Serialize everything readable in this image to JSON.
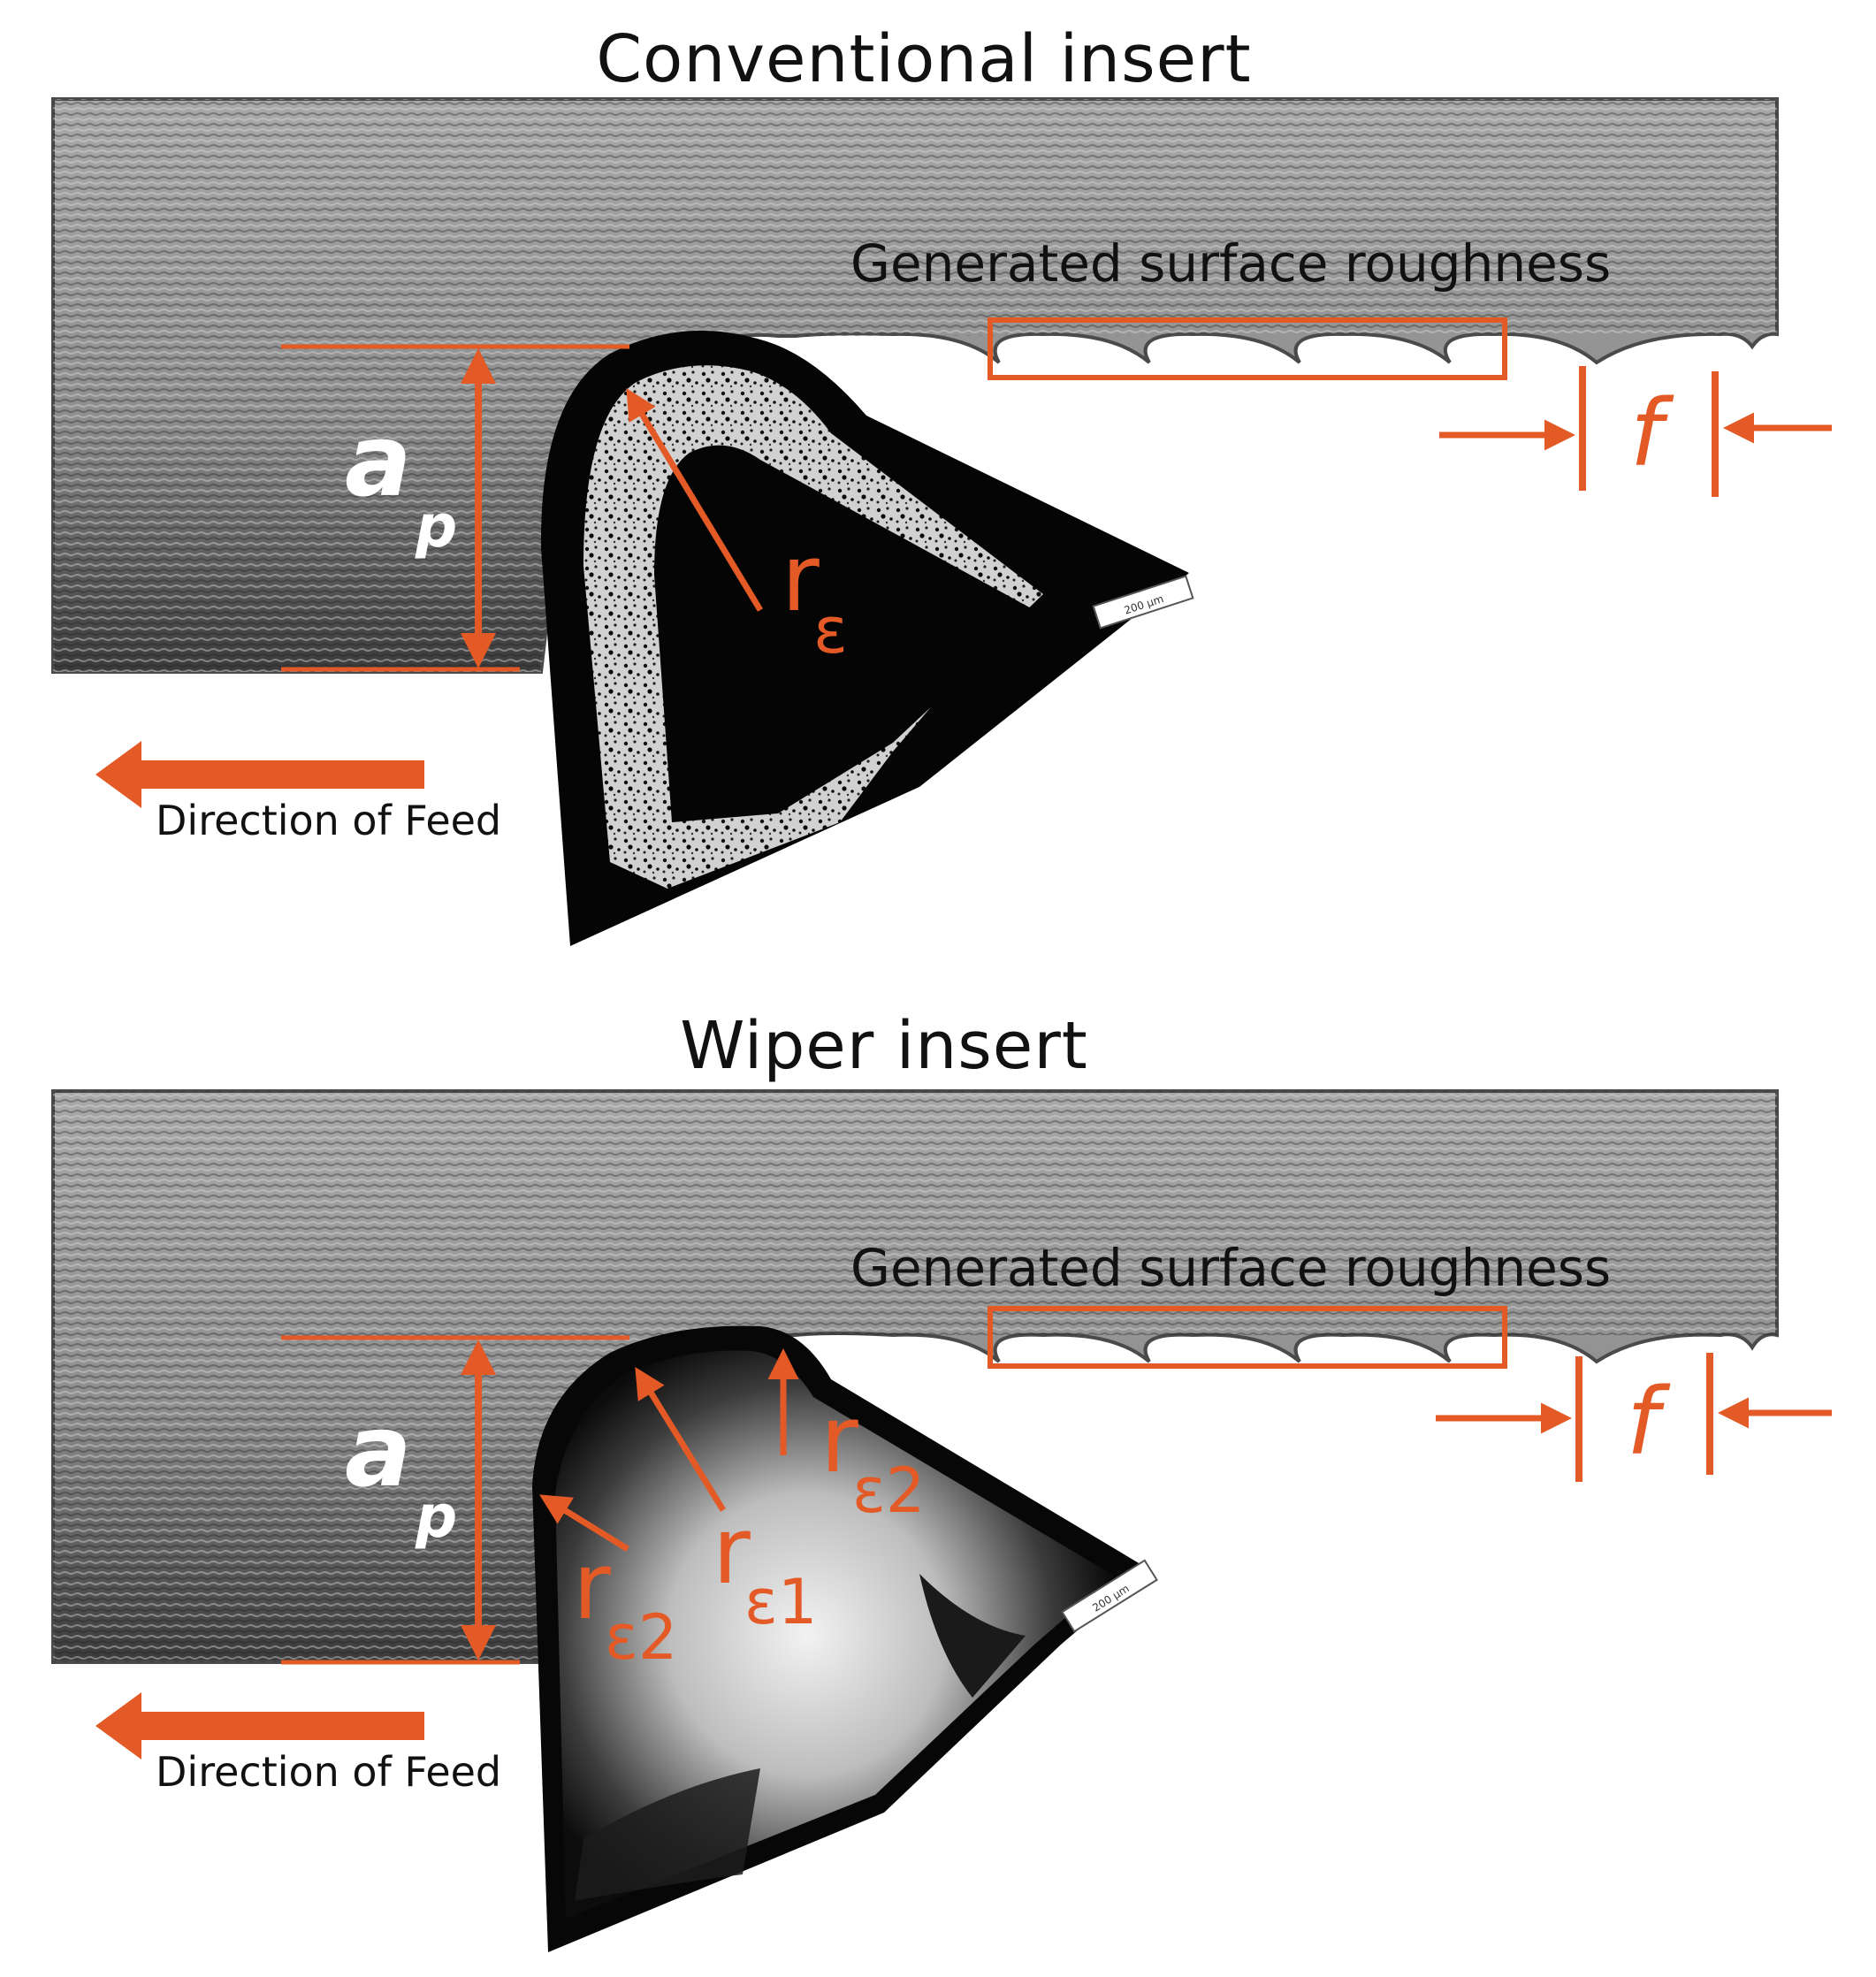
{
  "colors": {
    "accent": "#e35a26",
    "workpiece_light": "#9a9a9a",
    "workpiece_dark": "#2c2c2c",
    "insert": "#060606",
    "title_text": "#111111"
  },
  "panels": [
    {
      "title": "Conventional insert",
      "roughness_label": "Generated surface roughness",
      "depth_symbol": "a",
      "depth_subscript": "p",
      "feed_symbol": "f",
      "feed_direction_label": "Direction of Feed",
      "radius_labels": [
        {
          "base": "r",
          "sub": "ε"
        }
      ],
      "scale_bar_label": "200 µm"
    },
    {
      "title": "Wiper insert",
      "roughness_label": "Generated surface roughness",
      "depth_symbol": "a",
      "depth_subscript": "p",
      "feed_symbol": "f",
      "feed_direction_label": "Direction of Feed",
      "radius_labels": [
        {
          "base": "r",
          "sub": "ε2"
        },
        {
          "base": "r",
          "sub": "ε1"
        },
        {
          "base": "r",
          "sub": "ε2"
        }
      ],
      "scale_bar_label": "200 µm"
    }
  ]
}
